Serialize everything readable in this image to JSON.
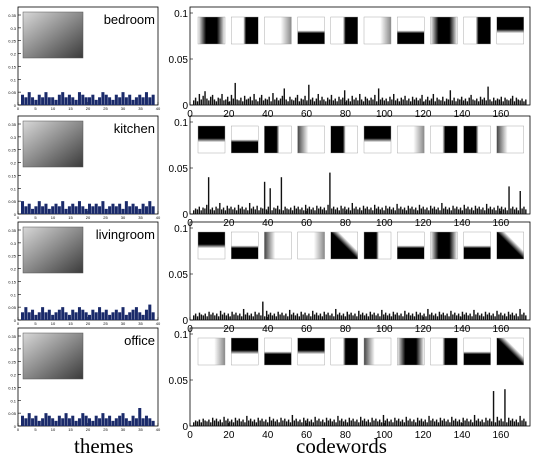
{
  "footer": {
    "themes_label": "themes",
    "codewords_label": "codewords"
  },
  "colors": {
    "theme_bar": "#1a2a6a",
    "codeword_bar": "#111111",
    "axis": "#000000"
  },
  "chart_data": [
    {
      "type": "bar",
      "panel": "themes",
      "scene": "bedroom",
      "title": "bedroom",
      "x_ticks": [
        "0",
        "5",
        "10",
        "15",
        "20",
        "25",
        "30",
        "35",
        "40"
      ],
      "y_ticks": [
        "0",
        "0.05",
        "0.1",
        "0.15",
        "0.2",
        "0.25",
        "0.3",
        "0.35"
      ],
      "xlim": [
        0,
        40
      ],
      "ylim": [
        0,
        0.35
      ],
      "values": [
        0.04,
        0.03,
        0.05,
        0.03,
        0.02,
        0.04,
        0.03,
        0.05,
        0.03,
        0.03,
        0.02,
        0.04,
        0.05,
        0.03,
        0.04,
        0.03,
        0.02,
        0.05,
        0.04,
        0.03,
        0.03,
        0.04,
        0.02,
        0.03,
        0.05,
        0.04,
        0.03,
        0.02,
        0.04,
        0.03,
        0.05,
        0.03,
        0.04,
        0.02,
        0.03,
        0.04,
        0.03,
        0.05,
        0.03,
        0.04
      ]
    },
    {
      "type": "bar",
      "panel": "themes",
      "scene": "kitchen",
      "title": "kitchen",
      "x_ticks": [
        "0",
        "5",
        "10",
        "15",
        "20",
        "25",
        "30",
        "35",
        "40"
      ],
      "y_ticks": [
        "0",
        "0.05",
        "0.1",
        "0.15",
        "0.2",
        "0.25",
        "0.3",
        "0.35"
      ],
      "xlim": [
        0,
        40
      ],
      "ylim": [
        0,
        0.35
      ],
      "values": [
        0.05,
        0.03,
        0.04,
        0.02,
        0.03,
        0.05,
        0.03,
        0.04,
        0.02,
        0.03,
        0.04,
        0.03,
        0.05,
        0.02,
        0.03,
        0.04,
        0.03,
        0.05,
        0.03,
        0.02,
        0.04,
        0.03,
        0.04,
        0.03,
        0.05,
        0.02,
        0.03,
        0.04,
        0.03,
        0.04,
        0.02,
        0.05,
        0.03,
        0.04,
        0.03,
        0.02,
        0.04,
        0.03,
        0.05,
        0.03
      ]
    },
    {
      "type": "bar",
      "panel": "themes",
      "scene": "livingroom",
      "title": "livingroom",
      "x_ticks": [
        "0",
        "5",
        "10",
        "15",
        "20",
        "25",
        "30",
        "35",
        "40"
      ],
      "y_ticks": [
        "0",
        "0.05",
        "0.1",
        "0.15",
        "0.2",
        "0.25",
        "0.3",
        "0.35"
      ],
      "xlim": [
        0,
        40
      ],
      "ylim": [
        0,
        0.35
      ],
      "values": [
        0.03,
        0.05,
        0.03,
        0.04,
        0.02,
        0.03,
        0.05,
        0.03,
        0.04,
        0.02,
        0.03,
        0.04,
        0.05,
        0.03,
        0.02,
        0.04,
        0.03,
        0.05,
        0.04,
        0.03,
        0.02,
        0.04,
        0.03,
        0.05,
        0.03,
        0.04,
        0.02,
        0.03,
        0.04,
        0.03,
        0.05,
        0.02,
        0.03,
        0.04,
        0.05,
        0.03,
        0.02,
        0.04,
        0.06,
        0.03
      ]
    },
    {
      "type": "bar",
      "panel": "themes",
      "scene": "office",
      "title": "office",
      "x_ticks": [
        "0",
        "5",
        "10",
        "15",
        "20",
        "25",
        "30",
        "35",
        "40"
      ],
      "y_ticks": [
        "0",
        "0.05",
        "0.1",
        "0.15",
        "0.2",
        "0.25",
        "0.3",
        "0.35"
      ],
      "xlim": [
        0,
        40
      ],
      "ylim": [
        0,
        0.35
      ],
      "values": [
        0.04,
        0.03,
        0.05,
        0.03,
        0.04,
        0.02,
        0.03,
        0.05,
        0.04,
        0.03,
        0.02,
        0.04,
        0.03,
        0.05,
        0.03,
        0.04,
        0.02,
        0.03,
        0.05,
        0.04,
        0.03,
        0.02,
        0.04,
        0.03,
        0.05,
        0.03,
        0.04,
        0.02,
        0.03,
        0.04,
        0.05,
        0.03,
        0.02,
        0.04,
        0.03,
        0.07,
        0.03,
        0.04,
        0.03,
        0.02
      ]
    },
    {
      "type": "bar",
      "panel": "codewords",
      "scene": "bedroom",
      "x_ticks": [
        "0",
        "20",
        "40",
        "60",
        "80",
        "100",
        "120",
        "140",
        "160"
      ],
      "y_ticks": [
        "0",
        "0.05",
        "0.1"
      ],
      "xlim": [
        0,
        175
      ],
      "ylim": [
        0,
        0.1
      ],
      "values": [
        0.005,
        0.008,
        0.004,
        0.012,
        0.006,
        0.01,
        0.015,
        0.007,
        0.005,
        0.009,
        0.011,
        0.006,
        0.004,
        0.008,
        0.007,
        0.012,
        0.005,
        0.006,
        0.009,
        0.004,
        0.011,
        0.007,
        0.024,
        0.006,
        0.005,
        0.008,
        0.004,
        0.01,
        0.006,
        0.007,
        0.009,
        0.005,
        0.012,
        0.006,
        0.004,
        0.008,
        0.011,
        0.005,
        0.007,
        0.006,
        0.009,
        0.004,
        0.013,
        0.006,
        0.008,
        0.005,
        0.007,
        0.01,
        0.018,
        0.006,
        0.004,
        0.009,
        0.006,
        0.005,
        0.008,
        0.011,
        0.004,
        0.007,
        0.006,
        0.01,
        0.005,
        0.022,
        0.006,
        0.008,
        0.004,
        0.007,
        0.012,
        0.005,
        0.009,
        0.006,
        0.004,
        0.008,
        0.006,
        0.011,
        0.005,
        0.007,
        0.004,
        0.009,
        0.006,
        0.008,
        0.016,
        0.005,
        0.007,
        0.004,
        0.01,
        0.006,
        0.008,
        0.005,
        0.012,
        0.006,
        0.004,
        0.009,
        0.007,
        0.005,
        0.008,
        0.006,
        0.011,
        0.004,
        0.018,
        0.006,
        0.008,
        0.005,
        0.007,
        0.004,
        0.009,
        0.006,
        0.012,
        0.005,
        0.007,
        0.004,
        0.008,
        0.006,
        0.01,
        0.005,
        0.007,
        0.004,
        0.009,
        0.006,
        0.008,
        0.005,
        0.007,
        0.011,
        0.004,
        0.006,
        0.009,
        0.005,
        0.007,
        0.012,
        0.004,
        0.008,
        0.006,
        0.005,
        0.009,
        0.004,
        0.007,
        0.006,
        0.016,
        0.005,
        0.008,
        0.004,
        0.007,
        0.006,
        0.009,
        0.005,
        0.007,
        0.004,
        0.008,
        0.011,
        0.006,
        0.005,
        0.007,
        0.004,
        0.009,
        0.006,
        0.008,
        0.005,
        0.02,
        0.006,
        0.004,
        0.008,
        0.005,
        0.007,
        0.006,
        0.009,
        0.004,
        0.008,
        0.006,
        0.005,
        0.007,
        0.01,
        0.004,
        0.008,
        0.006,
        0.005,
        0.007,
        0.004,
        0.006
      ]
    },
    {
      "type": "bar",
      "panel": "codewords",
      "scene": "kitchen",
      "x_ticks": [
        "0",
        "20",
        "40",
        "60",
        "80",
        "100",
        "120",
        "140",
        "160"
      ],
      "y_ticks": [
        "0",
        "0.05",
        "0.1"
      ],
      "xlim": [
        0,
        175
      ],
      "ylim": [
        0,
        0.1
      ],
      "values": [
        0.004,
        0.006,
        0.005,
        0.008,
        0.004,
        0.007,
        0.006,
        0.01,
        0.04,
        0.005,
        0.007,
        0.004,
        0.008,
        0.006,
        0.012,
        0.005,
        0.007,
        0.004,
        0.009,
        0.006,
        0.008,
        0.005,
        0.007,
        0.004,
        0.01,
        0.006,
        0.008,
        0.005,
        0.007,
        0.004,
        0.012,
        0.006,
        0.008,
        0.005,
        0.009,
        0.004,
        0.007,
        0.006,
        0.035,
        0.005,
        0.008,
        0.028,
        0.004,
        0.007,
        0.006,
        0.009,
        0.005,
        0.04,
        0.004,
        0.008,
        0.006,
        0.005,
        0.007,
        0.004,
        0.009,
        0.006,
        0.008,
        0.005,
        0.007,
        0.004,
        0.01,
        0.006,
        0.008,
        0.005,
        0.007,
        0.004,
        0.009,
        0.006,
        0.008,
        0.005,
        0.007,
        0.004,
        0.01,
        0.045,
        0.006,
        0.008,
        0.005,
        0.007,
        0.004,
        0.009,
        0.006,
        0.008,
        0.005,
        0.007,
        0.004,
        0.012,
        0.006,
        0.008,
        0.005,
        0.007,
        0.004,
        0.009,
        0.006,
        0.008,
        0.005,
        0.007,
        0.004,
        0.01,
        0.006,
        0.008,
        0.005,
        0.007,
        0.004,
        0.009,
        0.006,
        0.008,
        0.005,
        0.007,
        0.004,
        0.011,
        0.006,
        0.008,
        0.005,
        0.007,
        0.004,
        0.009,
        0.006,
        0.008,
        0.005,
        0.007,
        0.004,
        0.01,
        0.006,
        0.008,
        0.005,
        0.007,
        0.004,
        0.009,
        0.006,
        0.008,
        0.005,
        0.007,
        0.004,
        0.012,
        0.006,
        0.008,
        0.005,
        0.007,
        0.004,
        0.009,
        0.006,
        0.008,
        0.005,
        0.007,
        0.004,
        0.01,
        0.006,
        0.008,
        0.005,
        0.007,
        0.004,
        0.009,
        0.006,
        0.008,
        0.005,
        0.007,
        0.004,
        0.011,
        0.006,
        0.008,
        0.005,
        0.007,
        0.004,
        0.009,
        0.006,
        0.008,
        0.005,
        0.007,
        0.004,
        0.03,
        0.006,
        0.008,
        0.005,
        0.007,
        0.004,
        0.025,
        0.006,
        0.008,
        0.005
      ]
    },
    {
      "type": "bar",
      "panel": "codewords",
      "scene": "livingroom",
      "x_ticks": [
        "0",
        "20",
        "40",
        "60",
        "80",
        "100",
        "120",
        "140",
        "160"
      ],
      "y_ticks": [
        "0",
        "0.05",
        "0.1"
      ],
      "xlim": [
        0,
        175
      ],
      "ylim": [
        0,
        0.1
      ],
      "values": [
        0.005,
        0.007,
        0.004,
        0.008,
        0.006,
        0.005,
        0.007,
        0.004,
        0.009,
        0.006,
        0.008,
        0.005,
        0.007,
        0.004,
        0.01,
        0.006,
        0.008,
        0.005,
        0.007,
        0.004,
        0.009,
        0.006,
        0.008,
        0.005,
        0.007,
        0.004,
        0.012,
        0.006,
        0.008,
        0.005,
        0.007,
        0.004,
        0.009,
        0.006,
        0.008,
        0.005,
        0.02,
        0.004,
        0.01,
        0.006,
        0.008,
        0.005,
        0.007,
        0.004,
        0.009,
        0.006,
        0.008,
        0.005,
        0.007,
        0.004,
        0.011,
        0.006,
        0.008,
        0.005,
        0.007,
        0.004,
        0.009,
        0.006,
        0.008,
        0.005,
        0.007,
        0.004,
        0.01,
        0.006,
        0.008,
        0.005,
        0.007,
        0.004,
        0.009,
        0.006,
        0.008,
        0.005,
        0.007,
        0.004,
        0.012,
        0.006,
        0.008,
        0.005,
        0.007,
        0.004,
        0.009,
        0.006,
        0.008,
        0.005,
        0.007,
        0.004,
        0.01,
        0.006,
        0.008,
        0.005,
        0.007,
        0.004,
        0.009,
        0.006,
        0.008,
        0.005,
        0.007,
        0.004,
        0.011,
        0.006,
        0.008,
        0.005,
        0.007,
        0.004,
        0.009,
        0.006,
        0.008,
        0.005,
        0.007,
        0.004,
        0.01,
        0.006,
        0.008,
        0.005,
        0.007,
        0.004,
        0.009,
        0.006,
        0.008,
        0.005,
        0.007,
        0.004,
        0.012,
        0.006,
        0.008,
        0.005,
        0.007,
        0.004,
        0.009,
        0.006,
        0.008,
        0.005,
        0.007,
        0.004,
        0.01,
        0.006,
        0.008,
        0.005,
        0.007,
        0.004,
        0.009,
        0.006,
        0.008,
        0.005,
        0.007,
        0.004,
        0.011,
        0.006,
        0.008,
        0.005,
        0.007,
        0.004,
        0.009,
        0.006,
        0.008,
        0.005,
        0.007,
        0.004,
        0.01,
        0.006,
        0.008,
        0.005,
        0.007,
        0.004,
        0.009,
        0.006,
        0.008,
        0.005,
        0.007,
        0.004,
        0.012,
        0.006,
        0.008,
        0.005
      ]
    },
    {
      "type": "bar",
      "panel": "codewords",
      "scene": "office",
      "x_ticks": [
        "0",
        "20",
        "40",
        "60",
        "80",
        "100",
        "120",
        "140",
        "160"
      ],
      "y_ticks": [
        "0",
        "0.05",
        "0.1"
      ],
      "xlim": [
        0,
        175
      ],
      "ylim": [
        0,
        0.1
      ],
      "values": [
        0.004,
        0.006,
        0.005,
        0.007,
        0.004,
        0.008,
        0.006,
        0.005,
        0.007,
        0.004,
        0.009,
        0.006,
        0.008,
        0.005,
        0.007,
        0.004,
        0.01,
        0.006,
        0.008,
        0.005,
        0.007,
        0.004,
        0.009,
        0.006,
        0.008,
        0.005,
        0.007,
        0.004,
        0.011,
        0.006,
        0.008,
        0.005,
        0.007,
        0.004,
        0.009,
        0.006,
        0.008,
        0.005,
        0.007,
        0.004,
        0.01,
        0.006,
        0.008,
        0.005,
        0.007,
        0.004,
        0.009,
        0.006,
        0.008,
        0.005,
        0.007,
        0.004,
        0.012,
        0.006,
        0.008,
        0.005,
        0.007,
        0.004,
        0.009,
        0.006,
        0.008,
        0.005,
        0.007,
        0.004,
        0.01,
        0.006,
        0.008,
        0.005,
        0.007,
        0.004,
        0.009,
        0.006,
        0.008,
        0.005,
        0.007,
        0.004,
        0.011,
        0.006,
        0.008,
        0.005,
        0.007,
        0.004,
        0.009,
        0.006,
        0.008,
        0.005,
        0.007,
        0.004,
        0.01,
        0.006,
        0.008,
        0.005,
        0.007,
        0.004,
        0.009,
        0.006,
        0.008,
        0.005,
        0.007,
        0.004,
        0.012,
        0.006,
        0.008,
        0.005,
        0.007,
        0.004,
        0.009,
        0.006,
        0.008,
        0.005,
        0.007,
        0.004,
        0.01,
        0.006,
        0.008,
        0.005,
        0.007,
        0.004,
        0.009,
        0.006,
        0.008,
        0.005,
        0.007,
        0.004,
        0.011,
        0.006,
        0.008,
        0.005,
        0.007,
        0.004,
        0.009,
        0.006,
        0.008,
        0.005,
        0.007,
        0.004,
        0.01,
        0.006,
        0.008,
        0.005,
        0.007,
        0.004,
        0.009,
        0.006,
        0.008,
        0.005,
        0.007,
        0.004,
        0.012,
        0.006,
        0.008,
        0.005,
        0.007,
        0.004,
        0.009,
        0.006,
        0.008,
        0.005,
        0.038,
        0.004,
        0.01,
        0.006,
        0.008,
        0.005,
        0.04,
        0.004,
        0.009,
        0.006,
        0.008,
        0.005,
        0.007,
        0.004,
        0.011,
        0.006,
        0.008,
        0.005
      ]
    }
  ]
}
